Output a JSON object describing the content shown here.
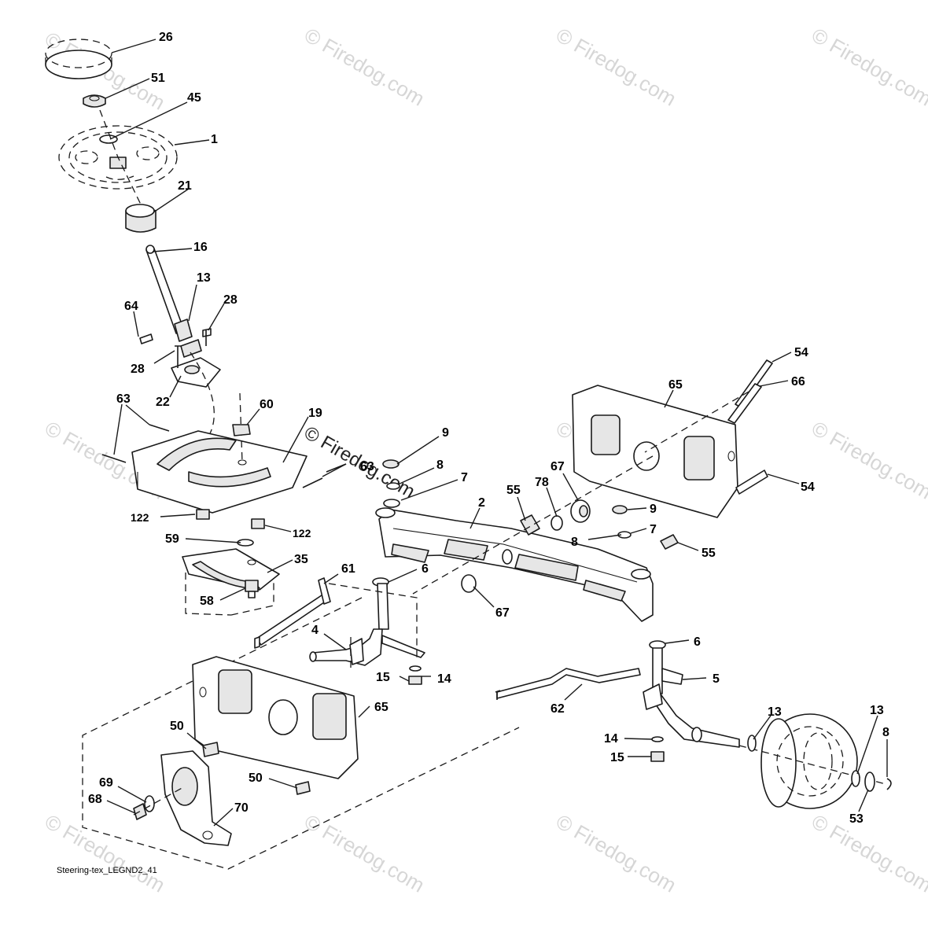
{
  "caption": "Steering-tex_LEGND2_41",
  "watermark": "© Firedog.com",
  "colors": {
    "line": "#1a1a1a",
    "shade": "#e6e6e6",
    "watermark": "#c9c9c9"
  },
  "callouts": {
    "c26": "26",
    "c51": "51",
    "c45": "45",
    "c1": "1",
    "c21": "21",
    "c16": "16",
    "c13a": "13",
    "c28a": "28",
    "c64": "64",
    "c28b": "28",
    "c22": "22",
    "c63a": "63",
    "c60": "60",
    "c19": "19",
    "c63b": "63",
    "c122a": "122",
    "c122b": "122",
    "c59": "59",
    "c35": "35",
    "c58": "58",
    "c61": "61",
    "c9a": "9",
    "c8a": "8",
    "c7a": "7",
    "c2": "2",
    "c55a": "55",
    "c78": "78",
    "c67a": "67",
    "c65a": "65",
    "c66": "66",
    "c54a": "54",
    "c54b": "54",
    "c9b": "9",
    "c7b": "7",
    "c8b": "8",
    "c55b": "55",
    "c6a": "6",
    "c67b": "67",
    "c4": "4",
    "c15a": "15",
    "c14a": "14",
    "c6b": "6",
    "c5": "5",
    "c62": "62",
    "c65b": "65",
    "c50a": "50",
    "c50b": "50",
    "c69": "69",
    "c68": "68",
    "c70": "70",
    "c14b": "14",
    "c15b": "15",
    "c13b": "13",
    "c13c": "13",
    "c8c": "8",
    "c53": "53"
  }
}
